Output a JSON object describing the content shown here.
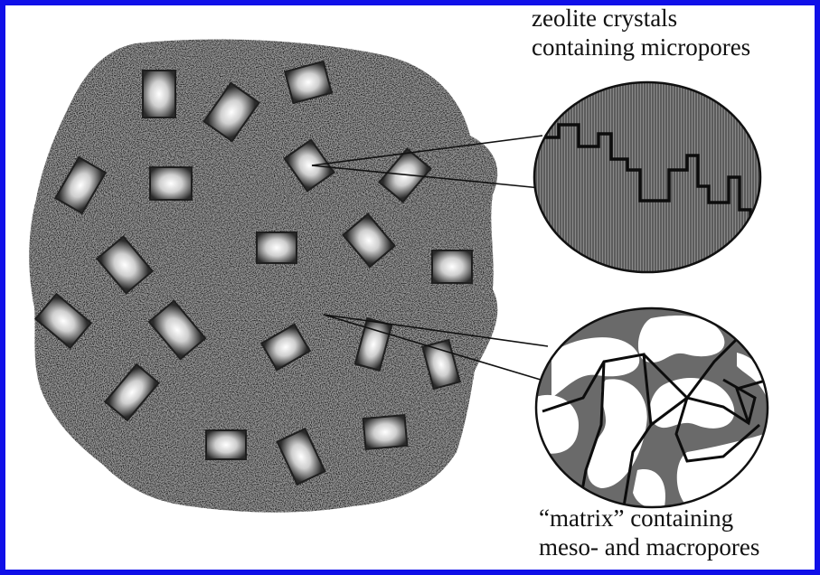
{
  "labels": {
    "zeolite": {
      "line1": "zeolite crystals",
      "line2": "containing micropores"
    },
    "matrix": {
      "line1": "“matrix” containing",
      "line2": "meso- and macropores"
    }
  },
  "colors": {
    "border": "#1010e8",
    "particle": "#9a9a9a",
    "crystal_edge": "#2a2a2a",
    "zoom_fill": "#6a6a6a",
    "matrix_pore": "#ffffff"
  }
}
